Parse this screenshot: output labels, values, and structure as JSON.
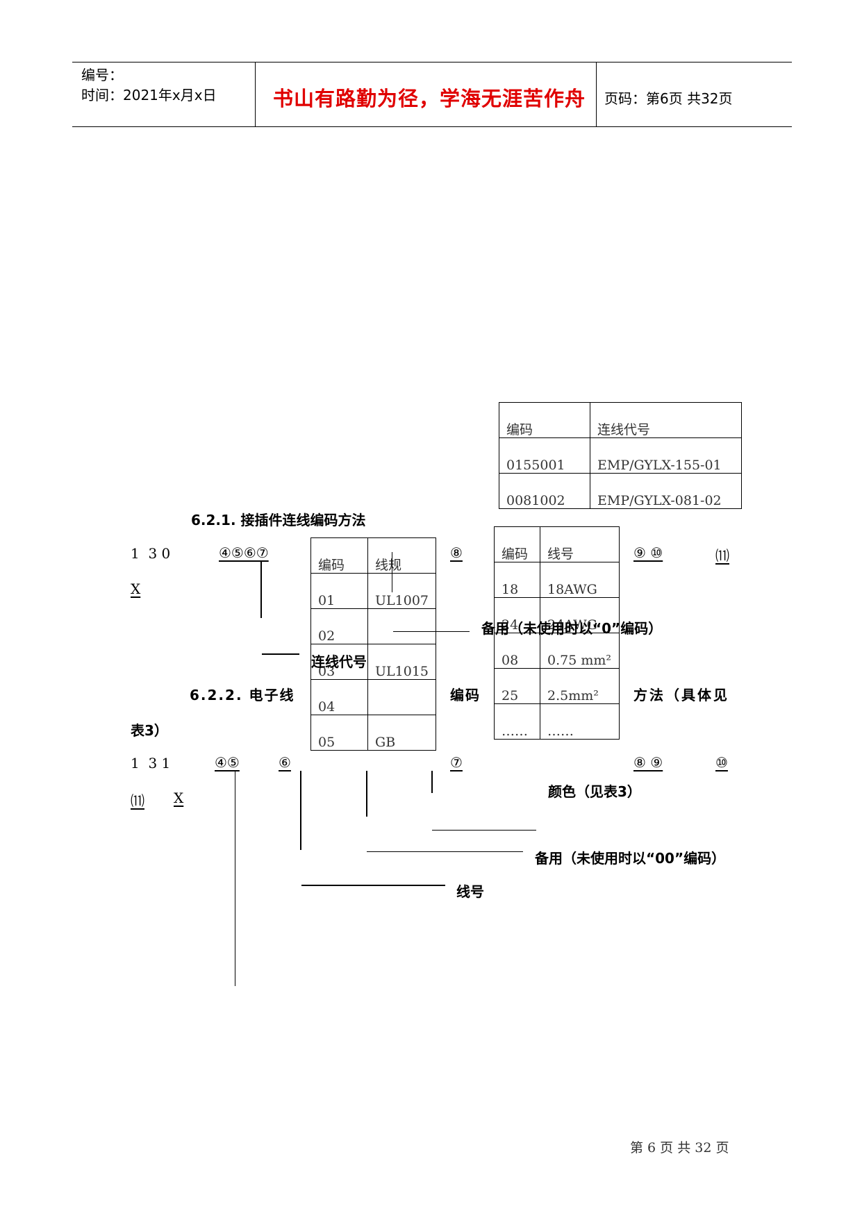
{
  "header": {
    "doc_no_label": "编号：",
    "time_label": "时间：2021年x月x日",
    "motto": "书山有路勤为径，学海无涯苦作舟",
    "page_label": "页码：第6页  共32页"
  },
  "table_linecode": {
    "headers": [
      "编码",
      "连线代号"
    ],
    "rows": [
      [
        "0155001",
        "EMP/GYLX-155-01"
      ],
      [
        "0081002",
        "EMP/GYLX-081-02"
      ]
    ]
  },
  "section_621": {
    "heading": "6.2.1.  接插件连线编码方法",
    "code_prefix": "1  3 0",
    "code_digits": "④⑤⑥⑦",
    "code_8": "⑧",
    "code_9_10": "⑨ ⑩",
    "code_11": "⑾",
    "code_x": "X",
    "label_reserve": "备用（未使用时以“0”编码）",
    "label_line_code": "连线代号"
  },
  "table_spec": {
    "headers": [
      "编码",
      "线规"
    ],
    "rows": [
      [
        "01",
        "UL1007"
      ],
      [
        "02",
        ""
      ],
      [
        "03",
        "UL1015"
      ],
      [
        "04",
        ""
      ],
      [
        "05",
        "GB"
      ]
    ]
  },
  "table_wire": {
    "headers": [
      "编码",
      "线号"
    ],
    "rows": [
      [
        "18",
        "18AWG"
      ],
      [
        "24",
        "24AWG"
      ],
      [
        "08",
        "0.75 mm²"
      ],
      [
        "25",
        "2.5mm²"
      ],
      [
        "……",
        "……"
      ]
    ]
  },
  "section_622": {
    "heading_a": "6.2.2.  电子线",
    "heading_b": "编码",
    "heading_c": "方法（具体见",
    "heading_d": "表3）",
    "code_prefix": "1  3 1",
    "code_45": "④⑤",
    "code_6": "⑥",
    "code_7": "⑦",
    "code_89": "⑧ ⑨",
    "code_10": "⑩",
    "code_11": "⑾",
    "code_x": "X",
    "label_color": "颜色（见表3）",
    "label_reserve": "备用（未使用时以“00”编码）",
    "label_wire_no": "线号"
  },
  "footer": {
    "page_text": "第 6 页 共 32 页"
  }
}
